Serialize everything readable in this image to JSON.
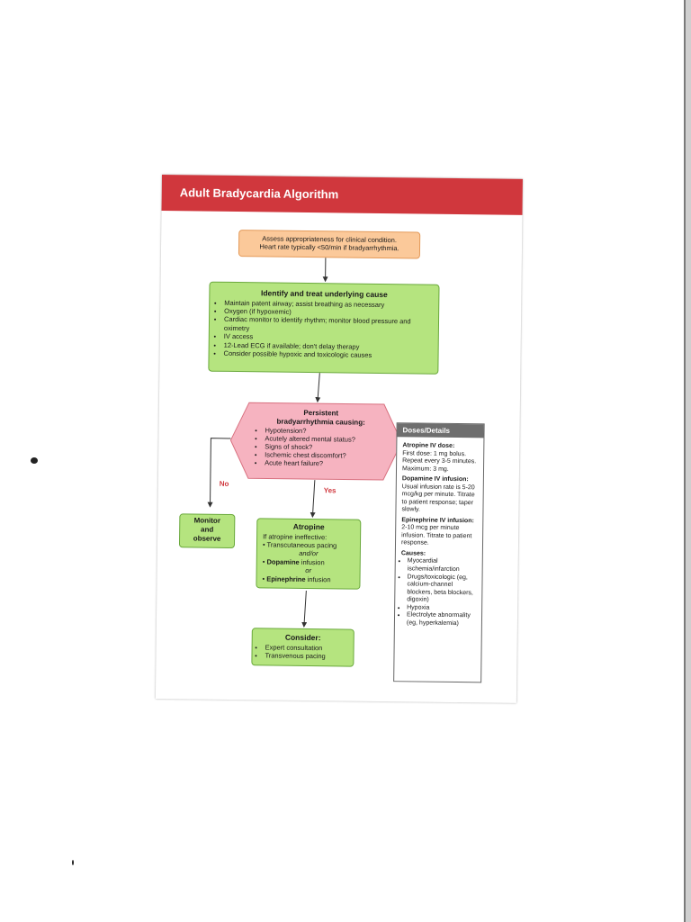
{
  "title": "Adult Bradycardia Algorithm",
  "assess": {
    "line1": "Assess appropriateness for clinical condition.",
    "line2": "Heart rate typically <50/min if bradyarrhythmia."
  },
  "identify": {
    "title": "Identify and treat underlying cause",
    "items": [
      "Maintain patent airway; assist breathing as necessary",
      "Oxygen (if hypoxemic)",
      "Cardiac monitor to identify rhythm; monitor blood pressure and oximetry",
      "IV access",
      "12-Lead ECG if available; don't delay therapy",
      "Consider possible hypoxic and toxicologic causes"
    ]
  },
  "persistent": {
    "title_line1": "Persistent",
    "title_line2": "bradyarrhythmia causing:",
    "items": [
      "Hypotension?",
      "Acutely altered mental status?",
      "Signs of shock?",
      "Ischemic chest discomfort?",
      "Acute heart failure?"
    ]
  },
  "no_label": "No",
  "yes_label": "Yes",
  "monitor": {
    "line1": "Monitor",
    "line2": "and",
    "line3": "observe"
  },
  "atropine": {
    "title": "Atropine",
    "intro": "If atropine ineffective:",
    "pacing": "Transcutaneous pacing",
    "andor": "and/or",
    "dopamine_bold": "Dopamine",
    "dopamine_rest": " infusion",
    "or": "or",
    "epinephrine_bold": "Epinephrine",
    "epinephrine_rest": " infusion"
  },
  "consider": {
    "title": "Consider:",
    "items": [
      "Expert consultation",
      "Transvenous pacing"
    ]
  },
  "doses": {
    "header": "Doses/Details",
    "atropine_h": "Atropine IV dose:",
    "atropine_t": "First dose: 1 mg bolus. Repeat every 3-5 minutes. Maximum: 3 mg.",
    "dopamine_h": "Dopamine IV infusion:",
    "dopamine_t": "Usual infusion rate is 5-20 mcg/kg per minute. Titrate to patient response; taper slowly.",
    "epinephrine_h": "Epinephrine IV infusion:",
    "epinephrine_t": "2-10 mcg per minute infusion. Titrate to patient response.",
    "causes_h": "Causes:",
    "causes": [
      "Myocardial ischemia/infarction",
      "Drugs/toxicologic (eg, calcium-channel blockers, beta blockers, digoxin)",
      "Hypoxia",
      "Electrolyte abnormality (eg, hyperkalemia)"
    ]
  },
  "colors": {
    "header": "#d0373d",
    "orange_box": "#fbc99a",
    "green_box": "#b5e47f",
    "pink_hex": "#f6b3c0",
    "doses_header": "#6e6e6e"
  }
}
